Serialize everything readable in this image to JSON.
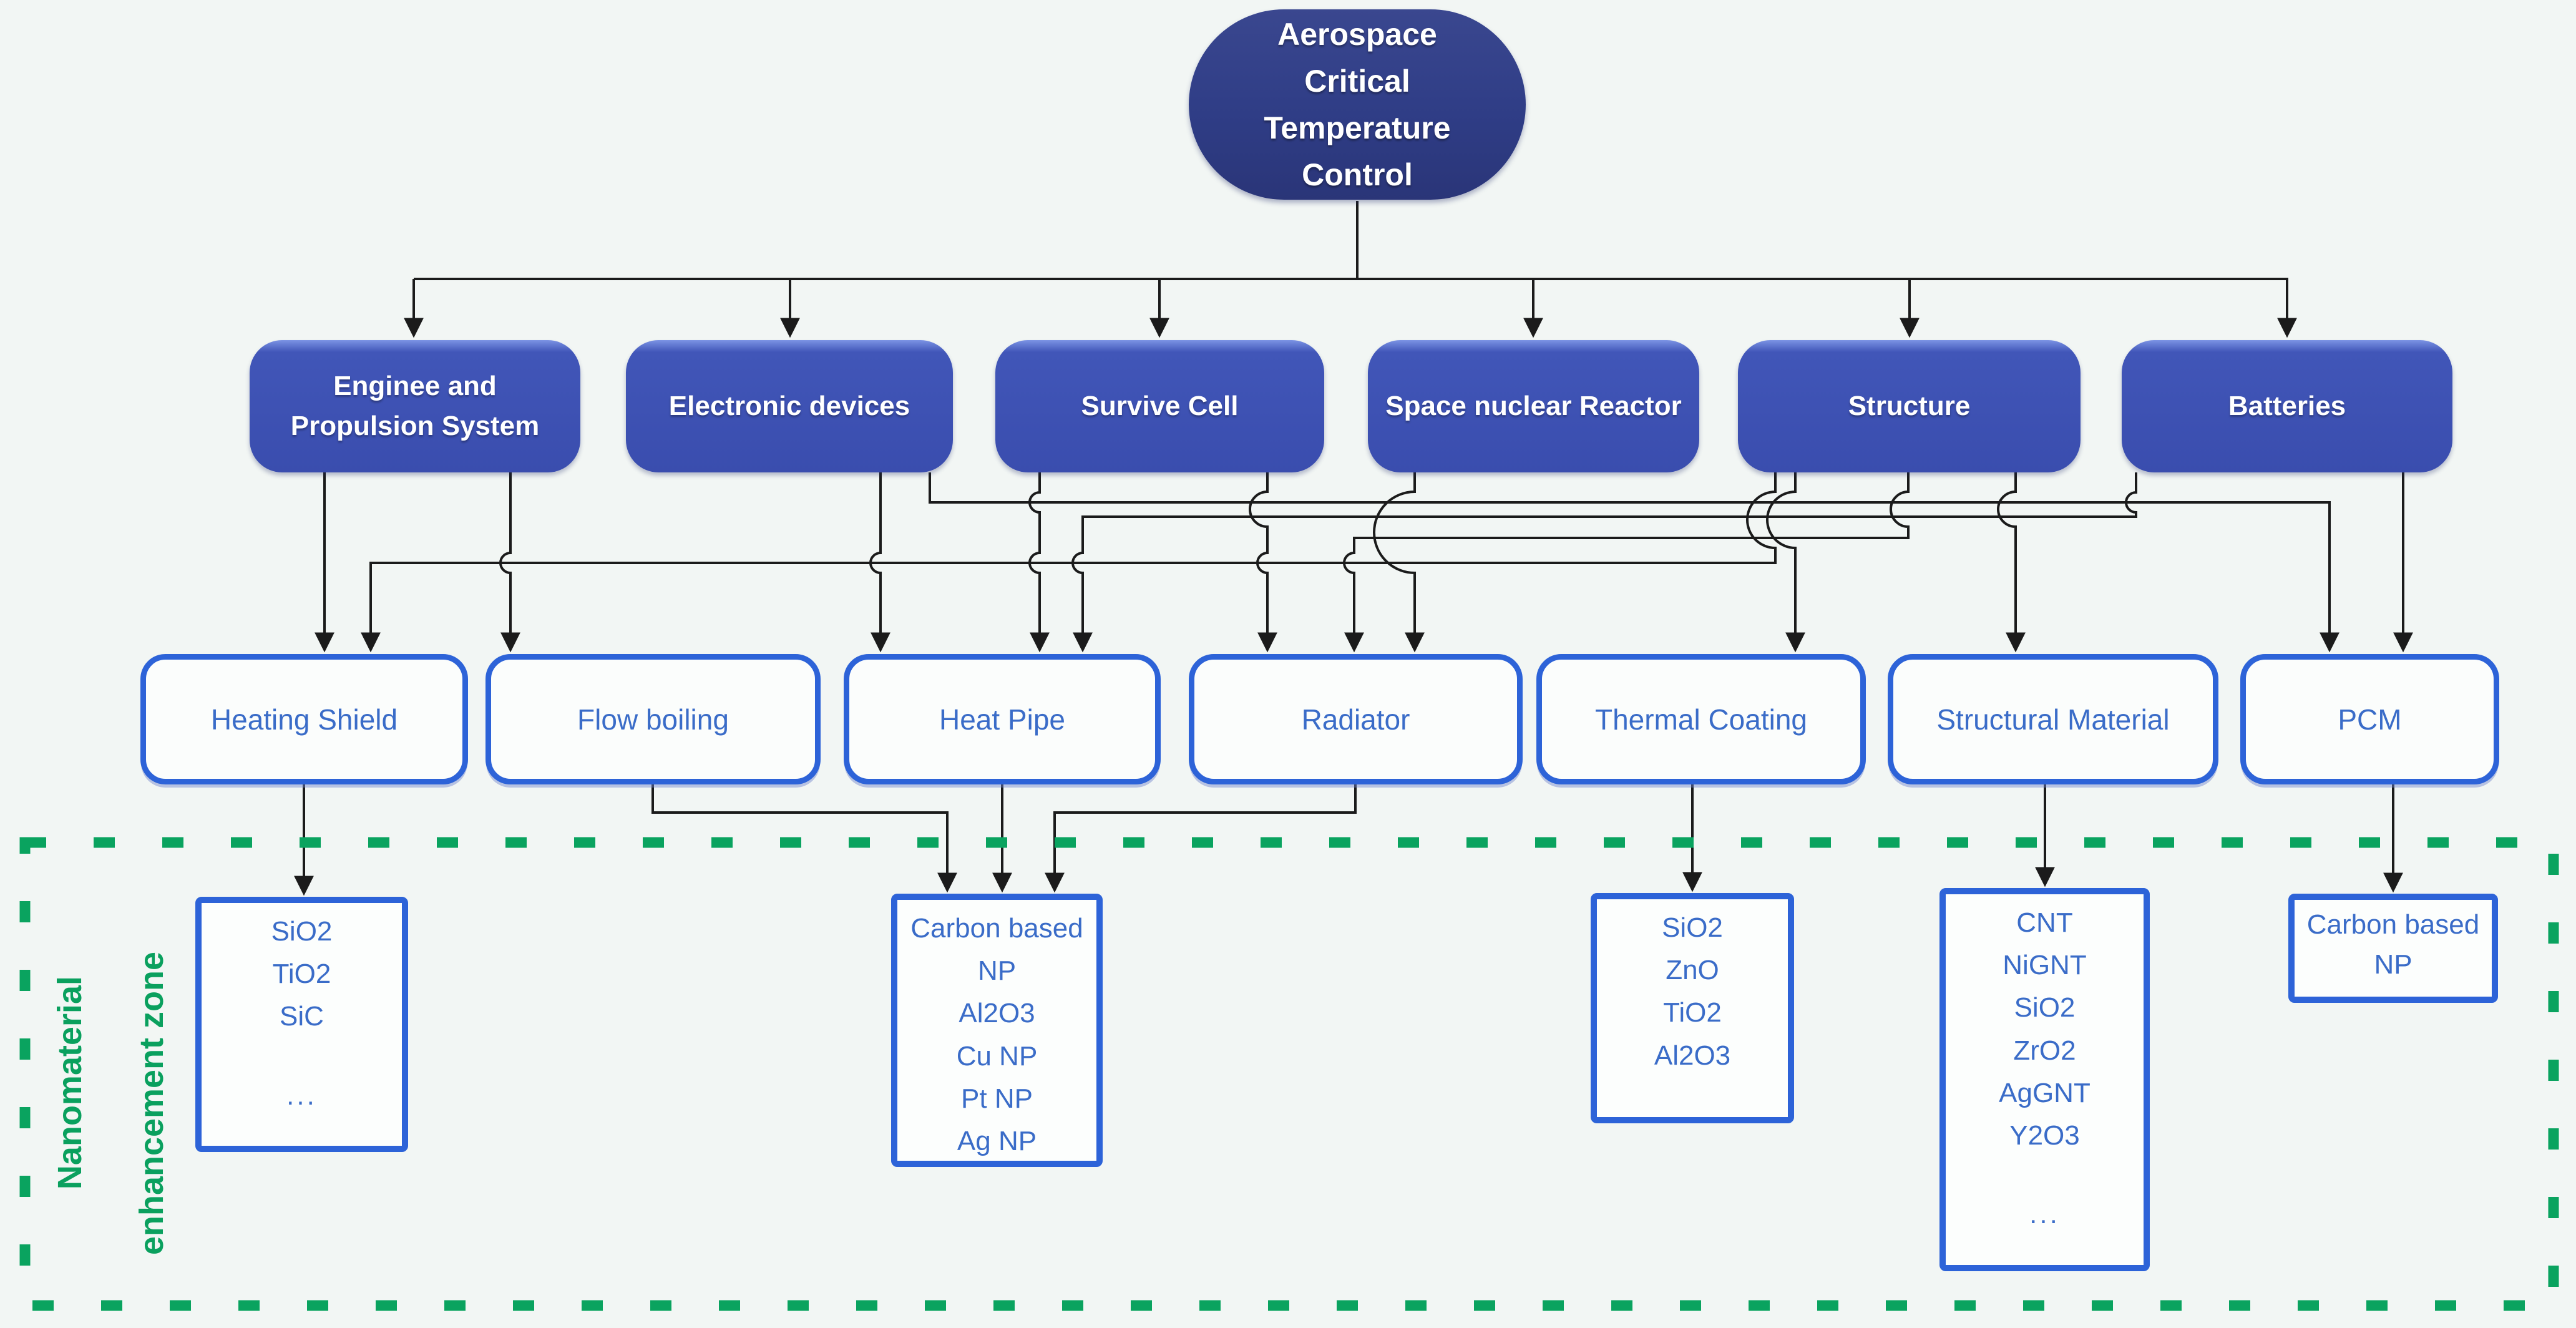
{
  "root": {
    "id": "aerospace-critical-temperature-control",
    "label": "Aerospace Critical Temperature Control"
  },
  "level2": [
    {
      "id": "engine",
      "label": "Enginee and Propulsion System"
    },
    {
      "id": "electronic",
      "label": "Electronic devices"
    },
    {
      "id": "survive",
      "label": "Survive Cell"
    },
    {
      "id": "nuclear",
      "label": "Space nuclear Reactor"
    },
    {
      "id": "structure",
      "label": "Structure"
    },
    {
      "id": "batteries",
      "label": "Batteries"
    }
  ],
  "level3": [
    {
      "id": "heating-shield",
      "label": "Heating Shield"
    },
    {
      "id": "flow-boiling",
      "label": "Flow boiling"
    },
    {
      "id": "heat-pipe",
      "label": "Heat Pipe"
    },
    {
      "id": "radiator",
      "label": "Radiator"
    },
    {
      "id": "thermal-coating",
      "label": "Thermal Coating"
    },
    {
      "id": "structural-material",
      "label": "Structural Material"
    },
    {
      "id": "pcm",
      "label": "PCM"
    }
  ],
  "level4": [
    {
      "id": "heating-shield-materials",
      "items": [
        "SiO2",
        "TiO2",
        "SiC",
        "..."
      ]
    },
    {
      "id": "heat-pipe-materials",
      "items": [
        "Carbon based NP",
        "Al2O3",
        "Cu NP",
        "Pt NP",
        "Ag NP"
      ]
    },
    {
      "id": "thermal-coating-materials",
      "items": [
        "SiO2",
        "ZnO",
        "TiO2",
        "Al2O3"
      ]
    },
    {
      "id": "structural-material-materials",
      "items": [
        "CNT",
        "NiGNT",
        "SiO2",
        "ZrO2",
        "AgGNT",
        "Y2O3",
        "..."
      ]
    },
    {
      "id": "pcm-materials",
      "items": [
        "Carbon based NP"
      ]
    }
  ],
  "zone": {
    "label_line1": "Nanomaterial",
    "label_line2": "enhancement zone"
  },
  "edges": [
    {
      "from": "aerospace-critical-temperature-control",
      "to": "engine"
    },
    {
      "from": "aerospace-critical-temperature-control",
      "to": "electronic"
    },
    {
      "from": "aerospace-critical-temperature-control",
      "to": "survive"
    },
    {
      "from": "aerospace-critical-temperature-control",
      "to": "nuclear"
    },
    {
      "from": "aerospace-critical-temperature-control",
      "to": "structure"
    },
    {
      "from": "aerospace-critical-temperature-control",
      "to": "batteries"
    },
    {
      "from": "engine",
      "to": "heating-shield"
    },
    {
      "from": "structure",
      "to": "heating-shield"
    },
    {
      "from": "engine",
      "to": "flow-boiling"
    },
    {
      "from": "electronic",
      "to": "heat-pipe"
    },
    {
      "from": "survive",
      "to": "heat-pipe"
    },
    {
      "from": "batteries",
      "to": "heat-pipe"
    },
    {
      "from": "survive",
      "to": "radiator"
    },
    {
      "from": "structure",
      "to": "radiator"
    },
    {
      "from": "nuclear",
      "to": "radiator"
    },
    {
      "from": "structure",
      "to": "thermal-coating"
    },
    {
      "from": "structure",
      "to": "structural-material"
    },
    {
      "from": "electronic",
      "to": "pcm"
    },
    {
      "from": "batteries",
      "to": "pcm"
    },
    {
      "from": "heating-shield",
      "to": "heating-shield-materials"
    },
    {
      "from": "flow-boiling",
      "to": "heat-pipe-materials"
    },
    {
      "from": "heat-pipe",
      "to": "heat-pipe-materials"
    },
    {
      "from": "radiator",
      "to": "heat-pipe-materials"
    },
    {
      "from": "thermal-coating",
      "to": "thermal-coating-materials"
    },
    {
      "from": "structural-material",
      "to": "structural-material-materials"
    },
    {
      "from": "pcm",
      "to": "pcm-materials"
    }
  ],
  "colors": {
    "background": "#f2f6f4",
    "root_fill": "#2f3d86",
    "level2_fill": "#3d52b4",
    "level3_border": "#2d63d8",
    "level3_text": "#3a6cc8",
    "connector": "#1b1b1b",
    "zone_green": "#0aa05e",
    "text_white": "#ffffff"
  }
}
